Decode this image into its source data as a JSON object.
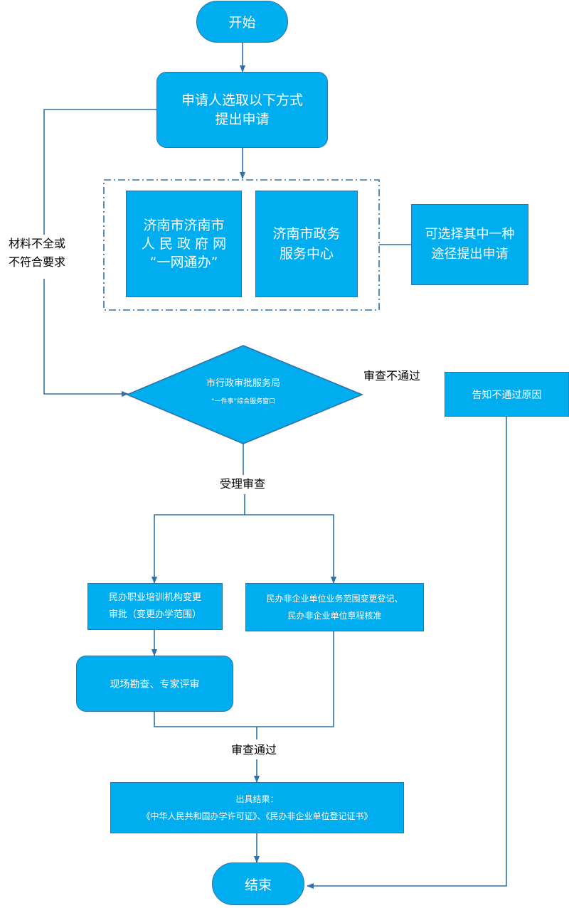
{
  "nodes": {
    "start": "开始",
    "apply": [
      "申请人选取以下方式",
      "提出申请"
    ],
    "online": [
      "济南市济南市",
      "人 民 政 府 网",
      "“一网通办”"
    ],
    "center": [
      "济南市政务",
      "服务中心"
    ],
    "choose_note": [
      "可选择其中一种",
      "途径提出申请"
    ],
    "window": {
      "title": "市行政审批服务局",
      "subtitle": "“一件事”综合服务窗口"
    },
    "reject_reason": "告知不通过原因",
    "branch_left": [
      "民办职业培训机构变更",
      "审批（变更办学范围）"
    ],
    "branch_right": [
      "民办非企业单位业务范围变更登记、",
      "民办非企业单位章程核准"
    ],
    "inspect": "现场勘查、专家评审",
    "result": [
      "出具结果：",
      "《中华人民共和国办学许可证》、《民办非企业单位登记证书》"
    ],
    "end": "结束"
  },
  "labels": {
    "incomplete": [
      "材料不全或",
      "不符合要求"
    ],
    "review_fail": "审查不通过",
    "accept": "受理审查",
    "review_pass": "审查通过"
  },
  "colors": {
    "fill": "#00aeef",
    "stroke": "#3072a8",
    "text": "#ffffff"
  }
}
